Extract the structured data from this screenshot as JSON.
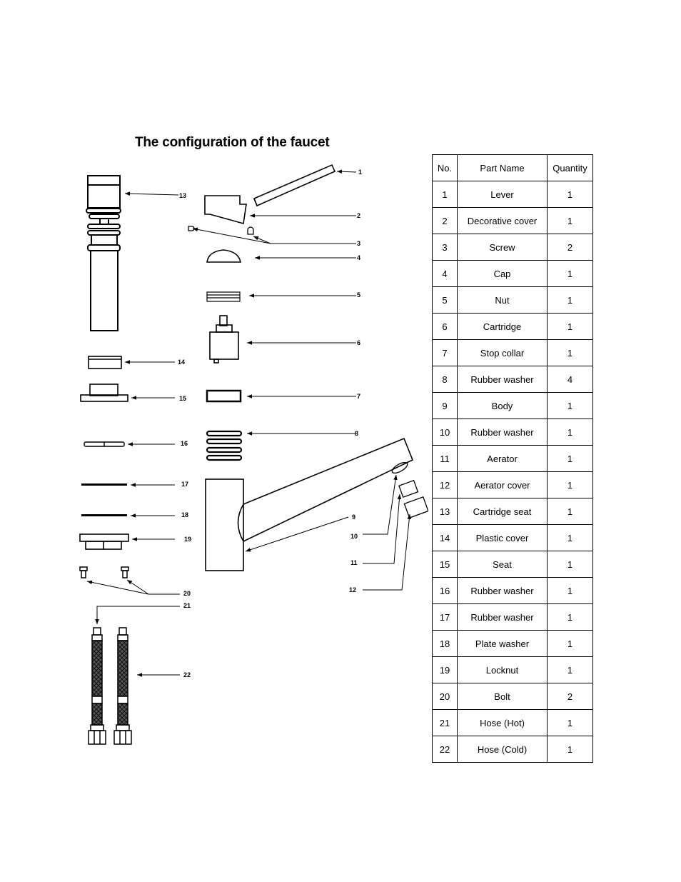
{
  "title": "The configuration of the faucet",
  "table": {
    "headers": {
      "no": "No.",
      "name": "Part Name",
      "qty": "Quantity"
    },
    "rows": [
      {
        "no": "1",
        "name": "Lever",
        "qty": "1"
      },
      {
        "no": "2",
        "name": "Decorative cover",
        "qty": "1"
      },
      {
        "no": "3",
        "name": "Screw",
        "qty": "2"
      },
      {
        "no": "4",
        "name": "Cap",
        "qty": "1"
      },
      {
        "no": "5",
        "name": "Nut",
        "qty": "1"
      },
      {
        "no": "6",
        "name": "Cartridge",
        "qty": "1"
      },
      {
        "no": "7",
        "name": "Stop collar",
        "qty": "1"
      },
      {
        "no": "8",
        "name": "Rubber washer",
        "qty": "4"
      },
      {
        "no": "9",
        "name": "Body",
        "qty": "1"
      },
      {
        "no": "10",
        "name": "Rubber washer",
        "qty": "1"
      },
      {
        "no": "11",
        "name": "Aerator",
        "qty": "1"
      },
      {
        "no": "12",
        "name": "Aerator cover",
        "qty": "1"
      },
      {
        "no": "13",
        "name": "Cartridge seat",
        "qty": "1"
      },
      {
        "no": "14",
        "name": "Plastic cover",
        "qty": "1"
      },
      {
        "no": "15",
        "name": "Seat",
        "qty": "1"
      },
      {
        "no": "16",
        "name": "Rubber washer",
        "qty": "1"
      },
      {
        "no": "17",
        "name": "Rubber washer",
        "qty": "1"
      },
      {
        "no": "18",
        "name": "Plate washer",
        "qty": "1"
      },
      {
        "no": "19",
        "name": "Locknut",
        "qty": "1"
      },
      {
        "no": "20",
        "name": "Bolt",
        "qty": "2"
      },
      {
        "no": "21",
        "name": "Hose (Hot)",
        "qty": "1"
      },
      {
        "no": "22",
        "name": "Hose (Cold)",
        "qty": "1"
      }
    ]
  },
  "callouts": [
    "1",
    "2",
    "3",
    "4",
    "5",
    "6",
    "7",
    "8",
    "9",
    "10",
    "11",
    "12",
    "13",
    "14",
    "15",
    "16",
    "17",
    "18",
    "19",
    "20",
    "21",
    "22"
  ]
}
